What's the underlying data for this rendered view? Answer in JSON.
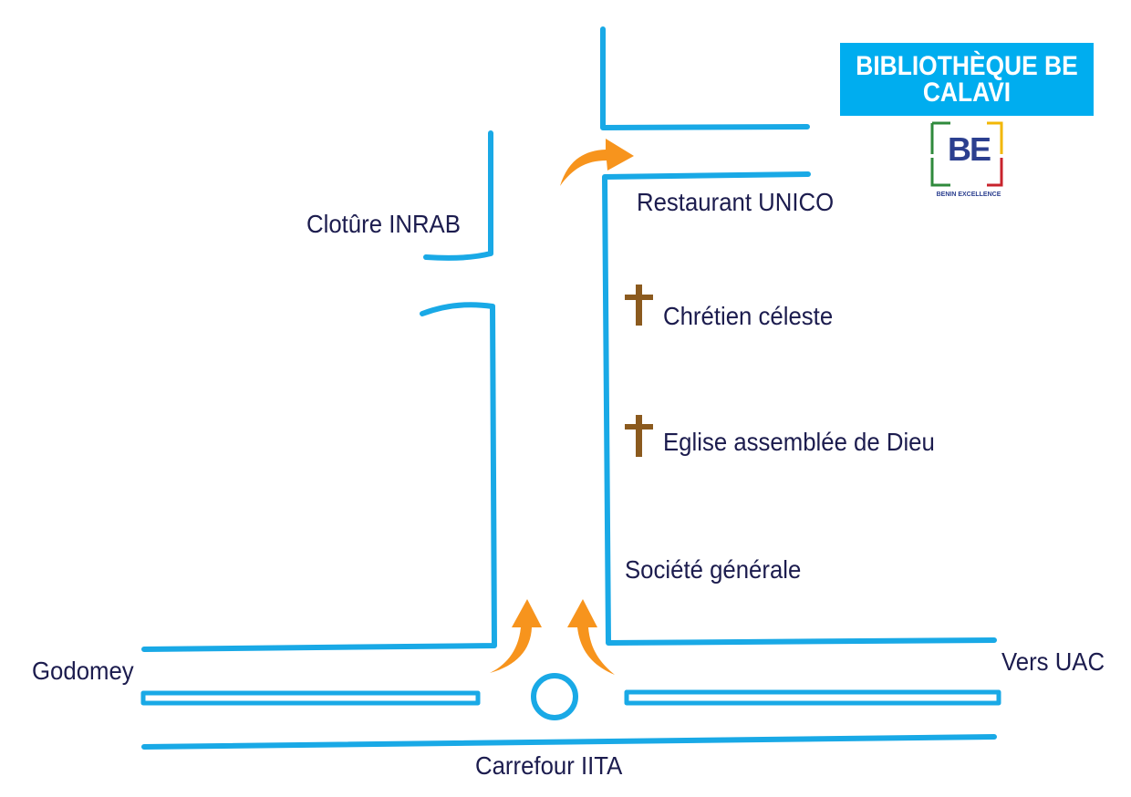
{
  "title": "BIBLIOTHÈQUE BE CALAVI",
  "logo": {
    "letters": "BE",
    "subtitle": "BENIN EXCELLENCE"
  },
  "places": {
    "restaurant": "Restaurant UNICO",
    "cloture": "Clotûre INRAB",
    "chretien": "Chrétien céleste",
    "eglise": "Eglise assemblée de Dieu",
    "societe": "Société générale",
    "godomey": "Godomey",
    "vers_uac": "Vers UAC",
    "carrefour": "Carrefour IITA"
  },
  "icons": {
    "church": "cross-icon",
    "route": "route-arrow-icon",
    "roundabout": "roundabout-icon"
  },
  "colors": {
    "road": "#19a9e6",
    "arrow": "#f7941d",
    "cross": "#8b5a1e",
    "title_bg": "#00adef",
    "text": "#1c1c4e"
  }
}
